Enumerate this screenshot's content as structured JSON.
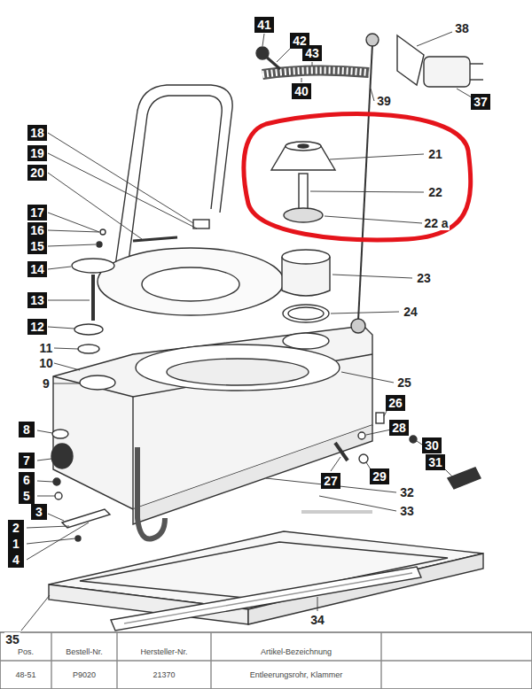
{
  "diagram": {
    "nodes": [
      {
        "text": [
          "41"
        ]
      },
      {
        "text": [
          "42"
        ]
      },
      {
        "text": [
          "43"
        ]
      },
      {
        "text": [
          "40"
        ]
      },
      {
        "text": [
          "37"
        ]
      },
      {
        "text": [
          "18"
        ]
      },
      {
        "text": [
          "19"
        ]
      },
      {
        "text": [
          "20"
        ]
      },
      {
        "text": [
          "17"
        ]
      },
      {
        "text": [
          "16"
        ]
      },
      {
        "text": [
          "15"
        ]
      },
      {
        "text": [
          "14"
        ]
      },
      {
        "text": [
          "13"
        ]
      },
      {
        "text": [
          "12"
        ]
      },
      {
        "text": [
          "26"
        ]
      },
      {
        "text": [
          "28"
        ]
      },
      {
        "text": [
          "8"
        ]
      },
      {
        "text": [
          "30"
        ]
      },
      {
        "text": [
          "7"
        ]
      },
      {
        "text": [
          "31"
        ]
      },
      {
        "text": [
          "29"
        ]
      },
      {
        "text": [
          "6"
        ]
      },
      {
        "text": [
          "27"
        ]
      },
      {
        "text": [
          "5"
        ]
      },
      {
        "text": [
          "3"
        ]
      },
      {
        "text": [
          "2"
        ]
      },
      {
        "text": [
          "1"
        ]
      },
      {
        "text": [
          "4"
        ]
      }
    ],
    "labels": [
      "38",
      "39",
      "21",
      "22",
      "22 a",
      "23",
      "24",
      "11",
      "10",
      "9",
      "25",
      "32",
      "33",
      "34",
      "35",
      "Pos.",
      "Bestell-Nr.",
      "Hersteller-Nr.",
      "Artikel-Bezeichnung",
      "48-51",
      "P9020",
      "21370",
      "Entleerungsrohr, Klammer"
    ]
  }
}
